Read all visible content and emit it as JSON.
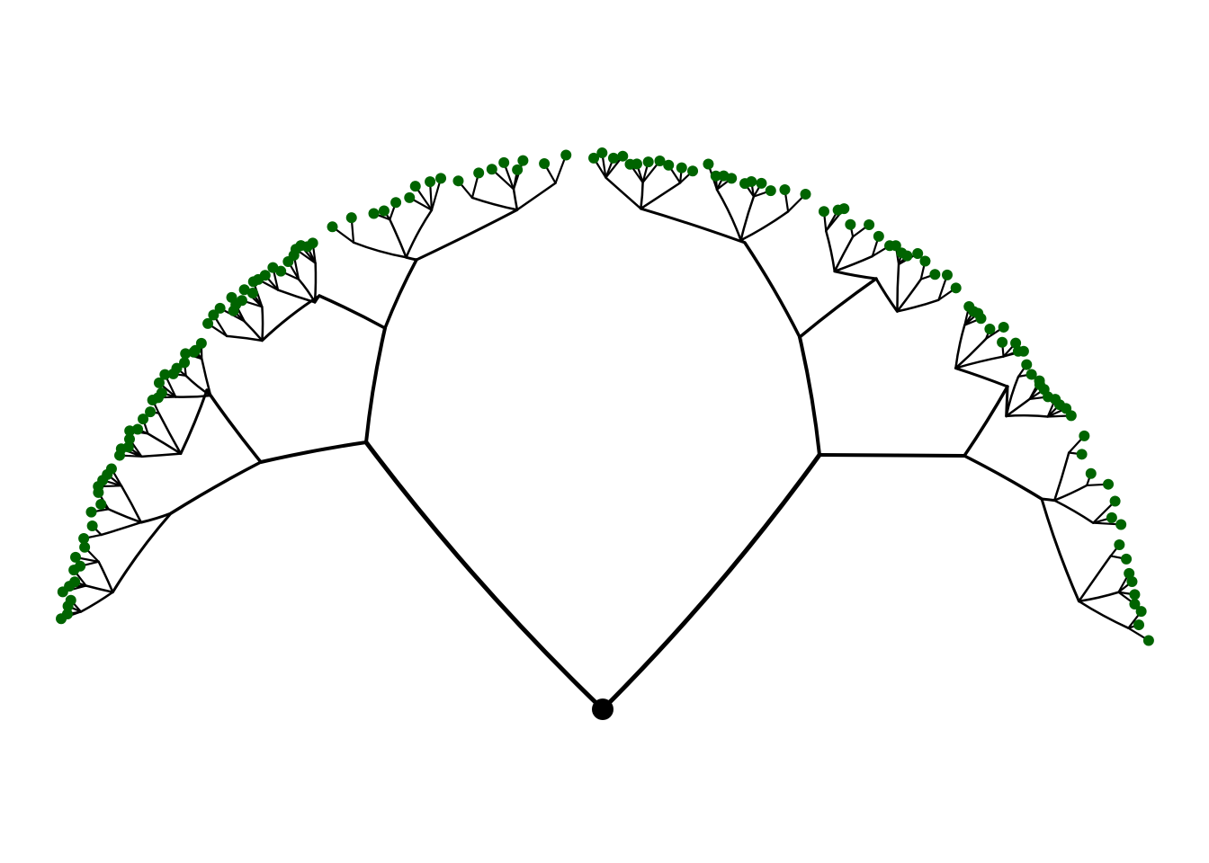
{
  "diagram": {
    "type": "tree",
    "layout": "fan",
    "root": {
      "shape": "dot",
      "color": "#000000"
    },
    "leaves": {
      "shape": "dot",
      "color": "#006400"
    },
    "edges": {
      "color": "#000000"
    },
    "structure": {
      "root": "r",
      "children": {
        "r": [
          "L",
          "R"
        ],
        "L": [
          "LL",
          "LR"
        ],
        "R": [
          "RL",
          "RR"
        ]
      }
    }
  }
}
